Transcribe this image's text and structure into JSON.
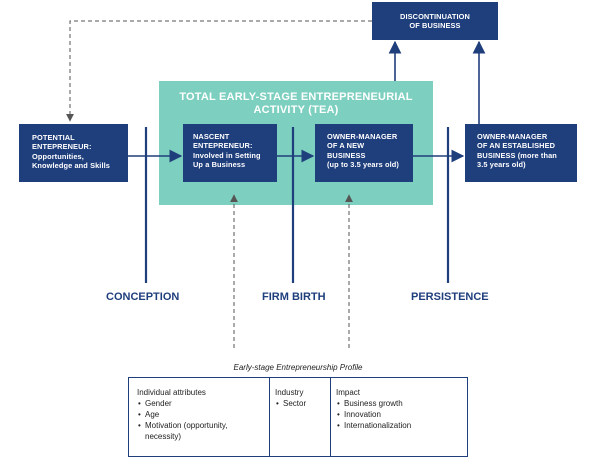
{
  "tea": {
    "title_line1": "TOTAL EARLY-STAGE ENTREPRENEURIAL",
    "title_line2": "ACTIVITY (TEA)"
  },
  "boxes": {
    "discontinuation": {
      "line1": "DISCONTINUATION",
      "line2": "OF BUSINESS"
    },
    "potential": {
      "line1": "POTENTIAL",
      "line2": "ENTEPRENEUR:",
      "line3": "Opportunities,",
      "line4": "Knowledge and Skills"
    },
    "nascent": {
      "line1": "NASCENT",
      "line2": "ENTEPRENEUR:",
      "line3": "Involved in Setting",
      "line4": "Up a Business"
    },
    "new_owner": {
      "line1": "OWNER-MANAGER",
      "line2": "OF A NEW",
      "line3": "BUSINESS",
      "line4": "(up to 3.5 years old)"
    },
    "established_owner": {
      "line1": "OWNER-MANAGER",
      "line2": "OF AN ESTABLISHED",
      "line3": "BUSINESS (more than",
      "line4": "3.5 years old)"
    }
  },
  "stages": {
    "conception": "CONCEPTION",
    "firm_birth": "FIRM BIRTH",
    "persistence": "PERSISTENCE"
  },
  "profile": {
    "title": "Early-stage Entrepreneurship Profile",
    "individual": {
      "heading": "Individual attributes",
      "items": [
        "Gender",
        "Age",
        "Motivation (opportunity,",
        "necessity)"
      ]
    },
    "industry": {
      "heading": "Industry",
      "items": [
        "Sector"
      ]
    },
    "impact": {
      "heading": "Impact",
      "items": [
        "Business growth",
        "Innovation",
        "Internationalization"
      ]
    }
  },
  "colors": {
    "navy": "#1f3e7c",
    "teal": "#7dcfbf",
    "line": "#1f3e7c",
    "dashed": "#555555"
  }
}
